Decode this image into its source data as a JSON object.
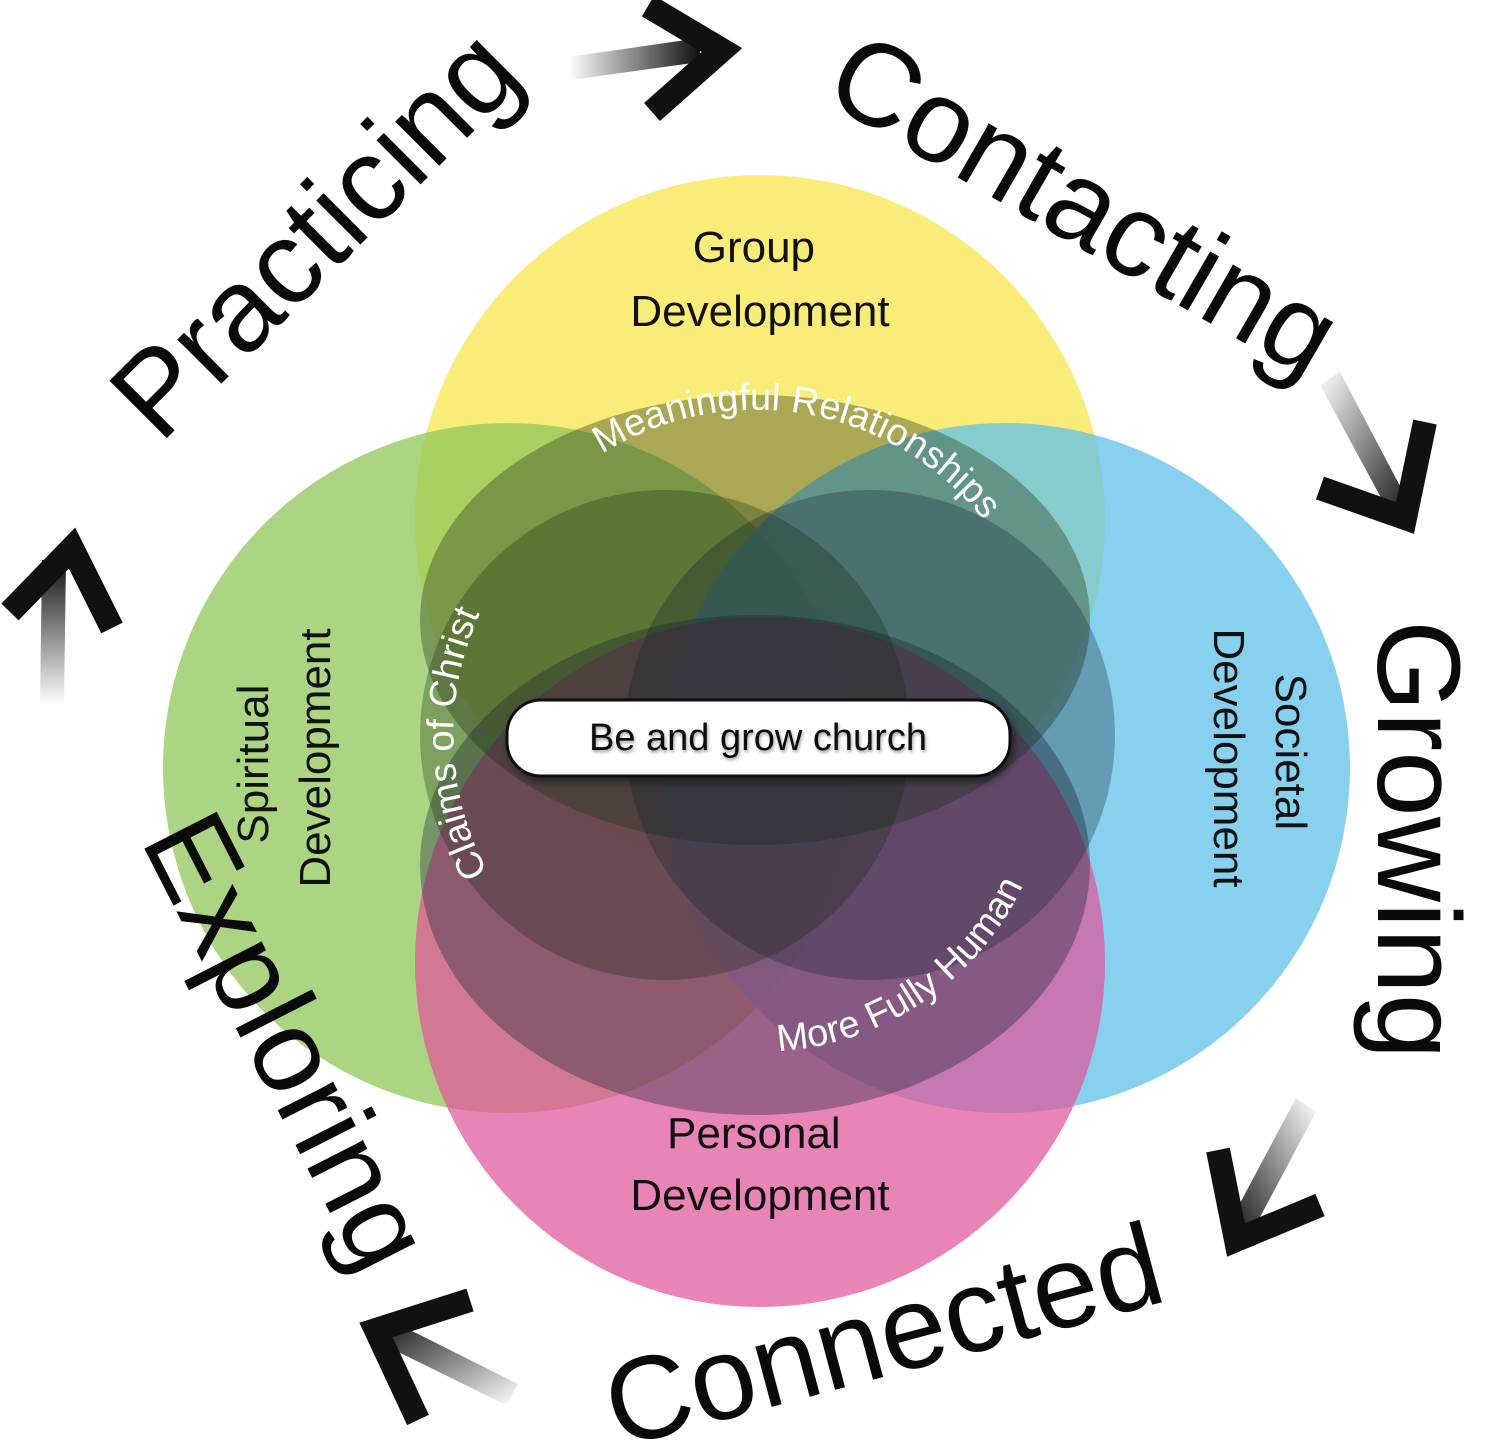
{
  "cycle": {
    "practicing": "Practicing",
    "contacting": "Contacting",
    "growing": "Growing",
    "connected": "Connected",
    "exploring": "Exploring"
  },
  "circles": {
    "group": {
      "line1": "Group",
      "line2": "Development",
      "color": "#f6e33a"
    },
    "spiritual": {
      "line1": "Spiritual",
      "line2": "Development",
      "color": "#8fc75a"
    },
    "societal": {
      "line1": "Societal",
      "line2": "Development",
      "color": "#5fc2e8"
    },
    "personal": {
      "line1": "Personal",
      "line2": "Development",
      "color": "#e0559a"
    }
  },
  "inner": {
    "meaningful_relationships": "Meaningful Relationships",
    "claims_of_christ": "Claims of Christ",
    "more_fully_human": "More Fully Human",
    "center": "Be and grow church"
  },
  "icons": [
    "arrow-right-icon",
    "arrow-down-icon",
    "arrow-down-left-icon",
    "arrow-up-left-icon",
    "arrow-up-icon"
  ]
}
